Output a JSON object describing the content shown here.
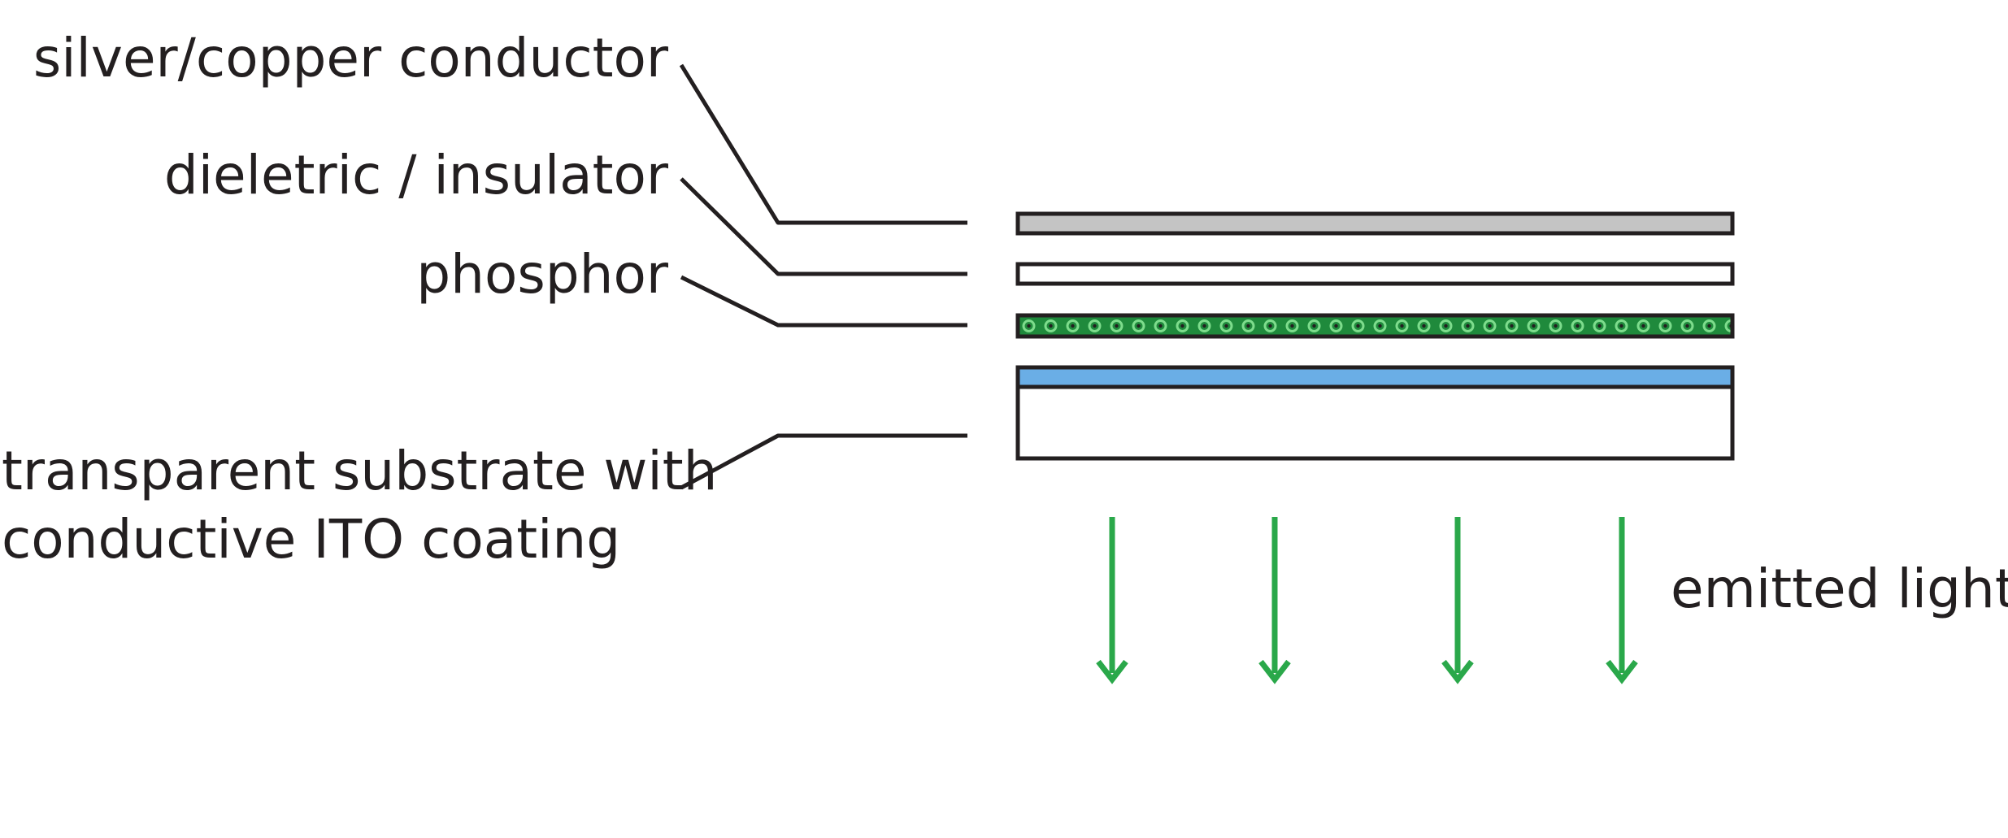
{
  "labels": {
    "conductor": "silver/copper conductor",
    "dielectric": "dieletric / insulator",
    "phosphor": "phosphor",
    "substrate_line1": "transparent substrate with",
    "substrate_line2": "conductive ITO coating",
    "emitted_light": "emitted light"
  },
  "colors": {
    "ink": "#231f20",
    "conductor_fill": "#c4c4c4",
    "dielectric_fill": "#ffffff",
    "phosphor_fill": "#1f8a3c",
    "phosphor_dots": "#7ddc8c",
    "ito_fill": "#6aaee6",
    "substrate_fill": "#ffffff",
    "arrow": "#2aa84a"
  },
  "emitted_arrow_count": 4
}
